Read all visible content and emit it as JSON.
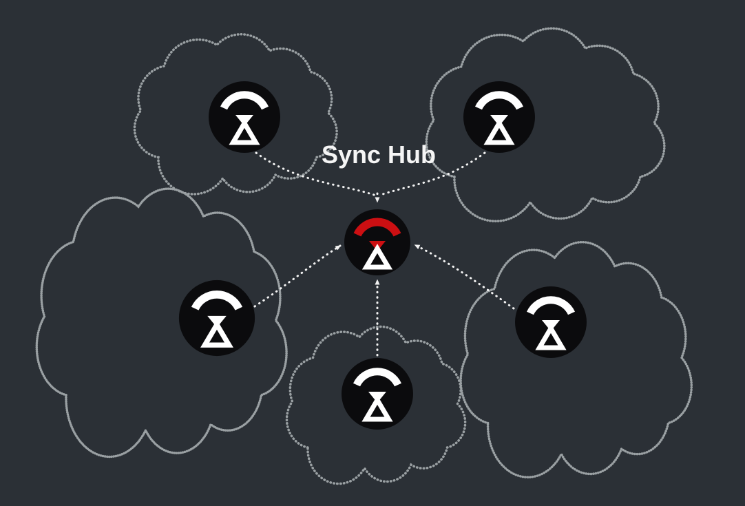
{
  "diagram": {
    "title": "Sync Hub",
    "hub": {
      "name": "sync-hub",
      "icon": "sync-hub-icon"
    },
    "devices": [
      {
        "name": "device-top-left",
        "icon": "sync-device-icon"
      },
      {
        "name": "device-top-right",
        "icon": "sync-device-icon"
      },
      {
        "name": "device-mid-left",
        "icon": "sync-device-icon"
      },
      {
        "name": "device-bottom-center",
        "icon": "sync-device-icon"
      },
      {
        "name": "device-mid-right",
        "icon": "sync-device-icon"
      }
    ]
  },
  "colors": {
    "background": "#2b3036",
    "node_fill": "#0b0b0d",
    "icon": "#ffffff",
    "accent_red": "#cc0f12",
    "cloud_outline": "#9aa0a3",
    "arrow": "#f2f2f2",
    "title_text": "#f5f5f5"
  }
}
